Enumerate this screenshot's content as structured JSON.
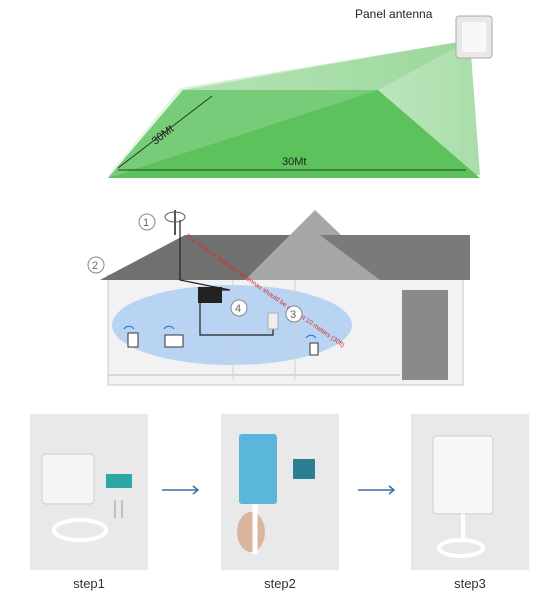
{
  "coverage": {
    "antenna_label": "Panel antenna",
    "dim_depth": "30Mt",
    "dim_width": "30Mt",
    "colors": {
      "green": "#4fbf4f",
      "light_green": "#bfe8bf"
    }
  },
  "house": {
    "markers": [
      "1",
      "2",
      "3",
      "4"
    ],
    "note": "The distance between antennas should be at least 10 meters (30ft)",
    "colors": {
      "roof": "#6d6d6d",
      "wall": "#f2f2f2",
      "signal": "#9fc8f2",
      "note": "#d23030"
    }
  },
  "steps": [
    {
      "label": "step1"
    },
    {
      "label": "step2"
    },
    {
      "label": "step3"
    }
  ],
  "arrow_color": "#3a6f9e"
}
